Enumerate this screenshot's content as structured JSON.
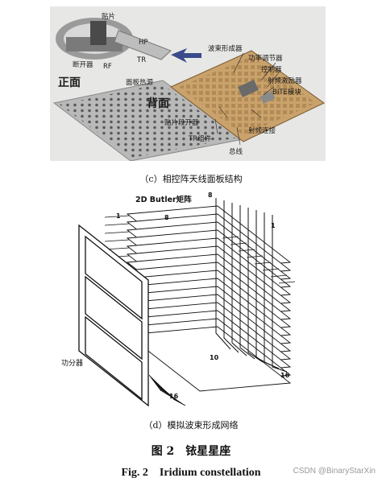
{
  "panel_c": {
    "labels": {
      "patch": "贴片",
      "hp": "HP",
      "tr": "TR",
      "breaker": "断开器",
      "rf": "RF",
      "front": "正面",
      "panel_heat": "面板热源",
      "back": "背面",
      "beamformer": "波束形成器",
      "power_adjuster": "功率调节器",
      "controller": "控制器",
      "rf_exciter": "射频激励器",
      "bite_module": "BITE模块",
      "patch_breaker": "贴片段开器",
      "rf_connection": "射频连接",
      "tr_module": "TR组件",
      "bus": "总线"
    },
    "caption": "（c）相控阵天线面板结构"
  },
  "panel_d": {
    "labels": {
      "butler": "2D Butler矩阵",
      "splitter": "功分器",
      "n1_top": "1",
      "n8_top": "8",
      "n8_mid": "8",
      "n1_left": "1",
      "n10": "10",
      "n16_right": "16",
      "n16_bottom": "16"
    },
    "caption": "（d）模拟波束形成网络"
  },
  "figure": {
    "title_cn": "图 2　铱星星座",
    "title_en": "Fig. 2　Iridium constellation"
  },
  "watermark": "CSDN @BinaryStarXin"
}
